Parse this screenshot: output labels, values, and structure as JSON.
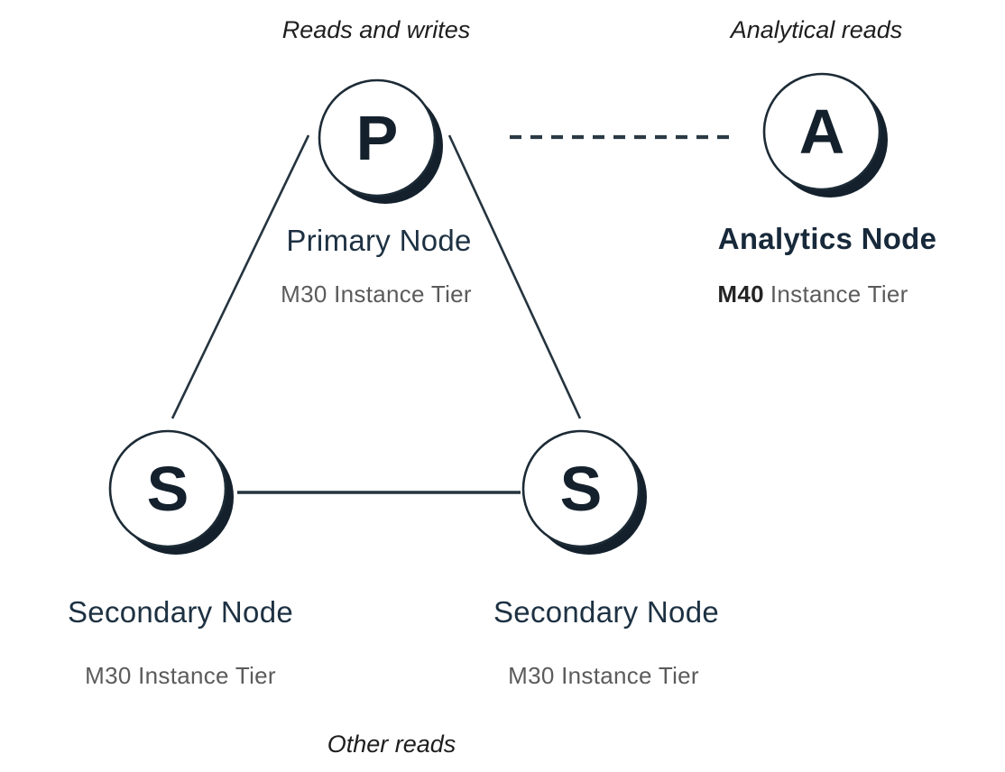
{
  "palette": {
    "ink": "#14212d",
    "line": "#25343f",
    "title_navy": "#1d3142",
    "muted_gray": "#5b5b5b",
    "annotation_black": "#1e1e1e"
  },
  "annotations": {
    "reads_writes": "Reads and writes",
    "analytical_reads": "Analytical reads",
    "other_reads": "Other reads"
  },
  "nodes": {
    "primary": {
      "letter": "P",
      "title": "Primary Node",
      "tier": "M30 Instance Tier"
    },
    "analytics": {
      "letter": "A",
      "title": "Analytics Node",
      "tier_bold": "M40",
      "tier_rest": "Instance Tier"
    },
    "secondary_left": {
      "letter": "S",
      "title": "Secondary Node",
      "tier": "M30 Instance Tier"
    },
    "secondary_right": {
      "letter": "S",
      "title": "Secondary Node",
      "tier": "M30 Instance Tier"
    }
  },
  "edges": [
    {
      "from": "primary",
      "to": "secondary-left",
      "style": "solid"
    },
    {
      "from": "primary",
      "to": "secondary-right",
      "style": "solid"
    },
    {
      "from": "secondary-left",
      "to": "secondary-right",
      "style": "solid"
    },
    {
      "from": "primary",
      "to": "analytics",
      "style": "dashed"
    }
  ]
}
